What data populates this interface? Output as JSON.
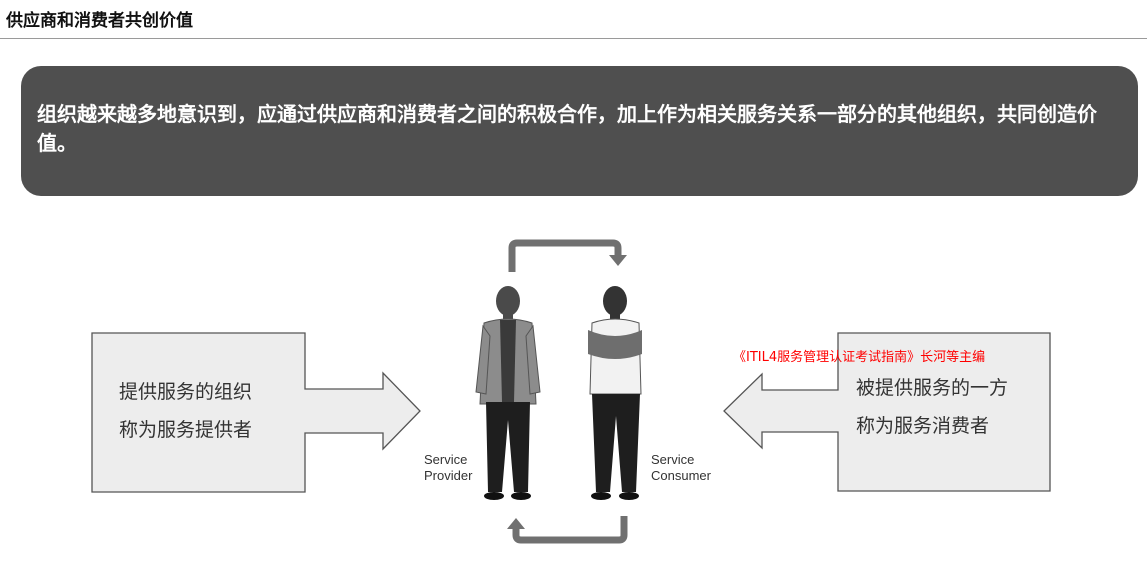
{
  "header": {
    "title": "供应商和消费者共创价值"
  },
  "banner": {
    "text": "组织越来越多地意识到，应通过供应商和消费者之间的积极合作，加上作为相关服务关系一部分的其他组织，共同创造价值。"
  },
  "provider_box": {
    "line1": "提供服务的组织",
    "line2": "称为服务提供者"
  },
  "consumer_box": {
    "line1": "被提供服务的一方",
    "line2": "称为服务消费者"
  },
  "figure": {
    "provider_label": {
      "line1": "Service",
      "line2": "Provider"
    },
    "consumer_label": {
      "line1": "Service",
      "line2": "Consumer"
    }
  },
  "source_note": "《ITIL4服务管理认证考试指南》长河等主编",
  "colors": {
    "banner_bg": "#4f4f4f",
    "box_fill": "#ededed",
    "loop_arrow": "#707070",
    "source_note": "#ff0000"
  }
}
